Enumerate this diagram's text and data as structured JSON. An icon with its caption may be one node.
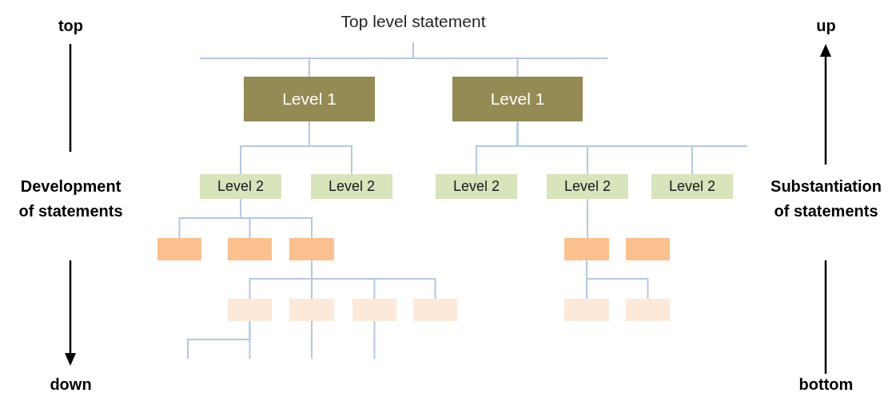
{
  "diagram": {
    "nodes": [
      {
        "text": [
          "Top level statement"
        ]
      },
      {
        "text": [
          "Level 1"
        ]
      },
      {
        "text": [
          "Level 1"
        ]
      },
      {
        "text": [
          "Level 2"
        ]
      },
      {
        "text": [
          "Level 2"
        ]
      },
      {
        "text": [
          "Level 2"
        ]
      },
      {
        "text": [
          "Level 2"
        ]
      },
      {
        "text": [
          "Level 2"
        ]
      },
      {
        "text": [],
        "shape": "box"
      },
      {
        "text": [],
        "shape": "box"
      },
      {
        "text": [],
        "shape": "box"
      },
      {
        "text": [],
        "shape": "box"
      },
      {
        "text": [],
        "shape": "box"
      },
      {
        "text": [],
        "shape": "box"
      },
      {
        "text": [],
        "shape": "box"
      },
      {
        "text": [],
        "shape": "box"
      },
      {
        "text": [],
        "shape": "box"
      },
      {
        "text": [],
        "shape": "box"
      },
      {
        "text": [],
        "shape": "box"
      }
    ],
    "edges": [
      {
        "from": 0,
        "to": 1,
        "arrow": "none"
      },
      {
        "from": 0,
        "to": 2,
        "arrow": "none"
      },
      {
        "from": 1,
        "to": 3,
        "arrow": "none"
      },
      {
        "from": 1,
        "to": 4,
        "arrow": "none"
      },
      {
        "from": 2,
        "to": 5,
        "arrow": "none"
      },
      {
        "from": 2,
        "to": 6,
        "arrow": "none"
      },
      {
        "from": 2,
        "to": 7,
        "arrow": "none"
      },
      {
        "from": 3,
        "to": 8,
        "arrow": "none"
      },
      {
        "from": 3,
        "to": 9,
        "arrow": "none"
      },
      {
        "from": 3,
        "to": 10,
        "arrow": "none"
      },
      {
        "from": 6,
        "to": 11,
        "arrow": "none"
      },
      {
        "from": 10,
        "to": 13,
        "arrow": "none"
      },
      {
        "from": 10,
        "to": 14,
        "arrow": "none"
      },
      {
        "from": 10,
        "to": 15,
        "arrow": "none"
      },
      {
        "from": 10,
        "to": 16,
        "arrow": "none"
      },
      {
        "from": 11,
        "to": 17,
        "arrow": "none"
      },
      {
        "from": 11,
        "to": 18,
        "arrow": "none"
      },
      {
        "from": 13,
        "to": null,
        "arrow": "none"
      },
      {
        "from": 13,
        "to": null,
        "arrow": "none"
      },
      {
        "from": 14,
        "to": null,
        "arrow": "none"
      },
      {
        "from": 15,
        "to": null,
        "arrow": "none"
      }
    ],
    "labels": [
      "top",
      "Development of statements",
      "down",
      "up",
      "Substantiation of statements",
      "bottom"
    ]
  }
}
